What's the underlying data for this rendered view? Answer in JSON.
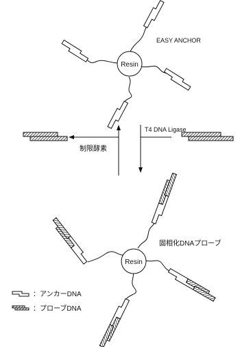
{
  "top": {
    "bead_label": "Resin",
    "title": "EASY ANCHOR"
  },
  "middle": {
    "ligase_label": "T4 DNA Ligase",
    "enzyme_label": "制限酵素"
  },
  "bottom": {
    "bead_label": "Resin",
    "product_label": "固相化DNAプローブ"
  },
  "legend": {
    "anchor_label": "：アンカーDNA",
    "probe_label": "：プローブDNA"
  }
}
